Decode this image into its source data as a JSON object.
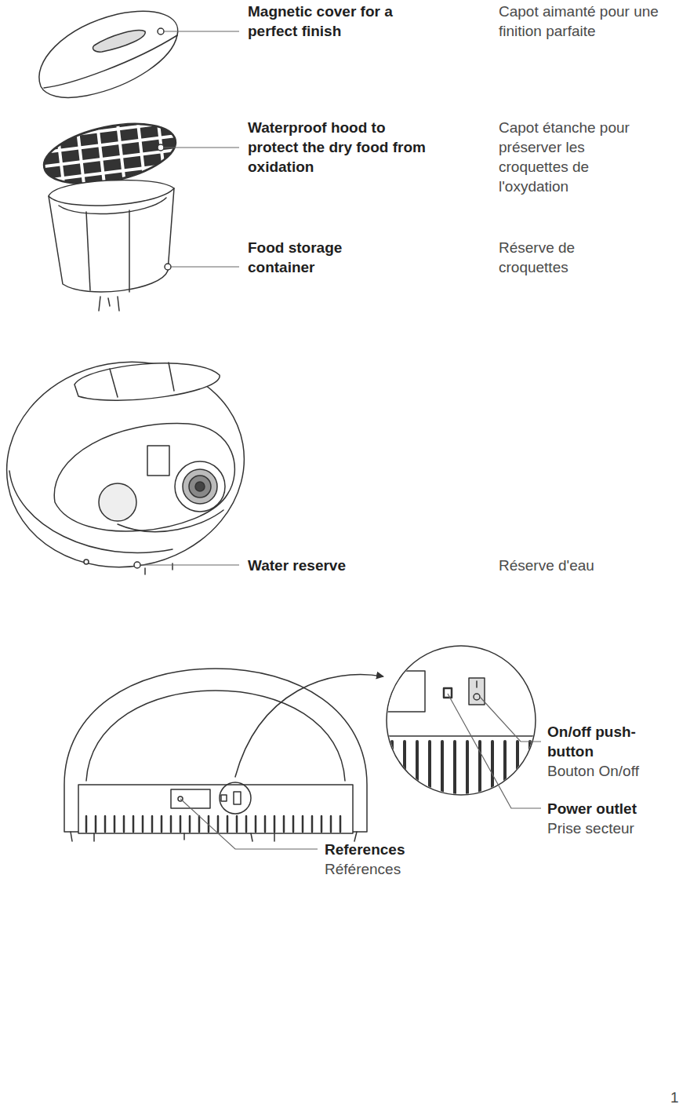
{
  "diagram": {
    "labels": [
      "Magnetic cover for a perfect finish",
      "Capot aimanté pour une finition parfaite",
      "Waterproof hood to protect the dry food from oxidation",
      "Capot étanche pour préserver les croquettes de l'oxydation",
      "Food storage container",
      "Réserve de croquettes",
      "Water reserve",
      "Réserve d'eau",
      "On/off push-button",
      "Bouton On/off",
      "Power outlet",
      "Prise secteur",
      "References",
      "Références",
      "1"
    ]
  }
}
